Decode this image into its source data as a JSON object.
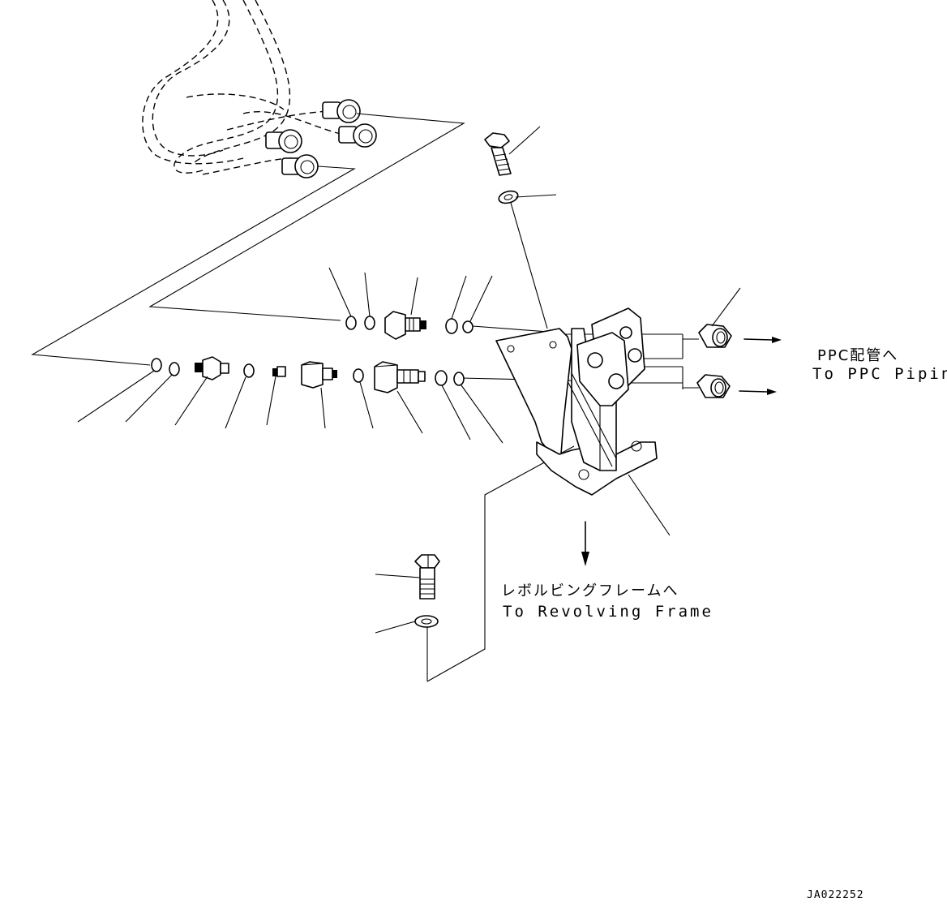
{
  "labels": {
    "ppc_jp": "PPC配管へ",
    "ppc_en": "To PPC Piping",
    "frame_jp": "レボルビングフレームへ",
    "frame_en": "To Revolving Frame"
  },
  "drawing_code": "JA022252"
}
